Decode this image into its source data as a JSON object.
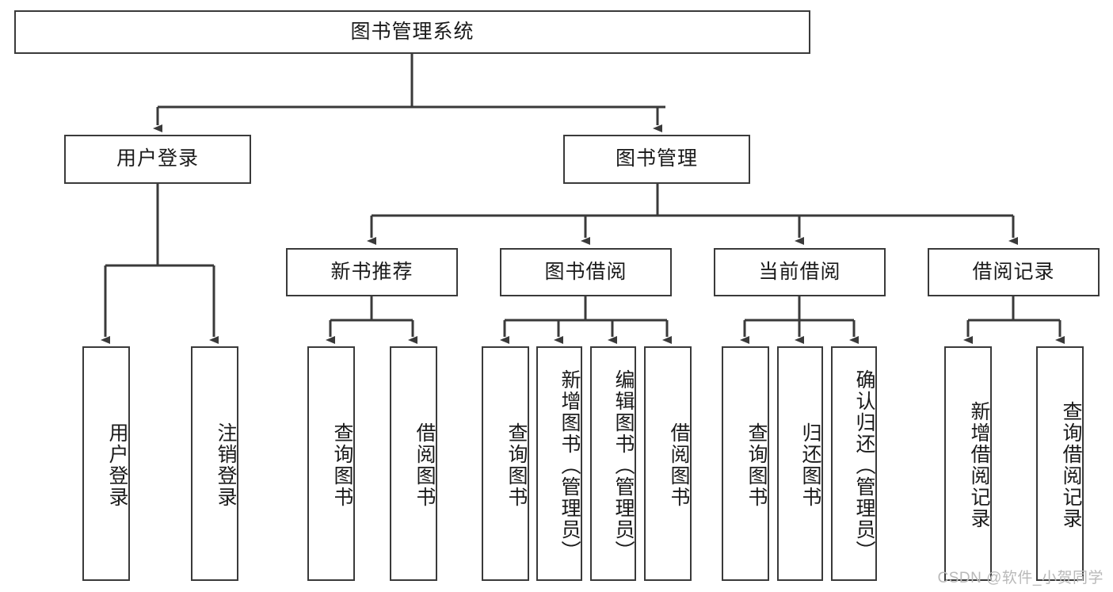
{
  "diagram": {
    "title": "图书管理系统",
    "type": "tree",
    "root": {
      "id": "root",
      "label": "图书管理系统"
    },
    "level2": [
      {
        "id": "user-login",
        "label": "用户登录"
      },
      {
        "id": "book-management",
        "label": "图书管理"
      }
    ],
    "level3": [
      {
        "id": "new-book-recommend",
        "label": "新书推荐",
        "parent": "book-management"
      },
      {
        "id": "book-borrow",
        "label": "图书借阅",
        "parent": "book-management"
      },
      {
        "id": "current-borrow",
        "label": "当前借阅",
        "parent": "book-management"
      },
      {
        "id": "borrow-record",
        "label": "借阅记录",
        "parent": "book-management"
      }
    ],
    "leaves": [
      {
        "id": "leaf-user-login",
        "label": "用户登录",
        "parent": "user-login"
      },
      {
        "id": "leaf-logout-login",
        "label": "注销登录",
        "parent": "user-login"
      },
      {
        "id": "leaf-query-book-1",
        "label": "查询图书",
        "parent": "new-book-recommend"
      },
      {
        "id": "leaf-borrow-book-1",
        "label": "借阅图书",
        "parent": "new-book-recommend"
      },
      {
        "id": "leaf-query-book-2",
        "label": "查询图书",
        "parent": "book-borrow"
      },
      {
        "id": "leaf-add-book",
        "label": "新增图书（管理员）",
        "parent": "book-borrow"
      },
      {
        "id": "leaf-edit-book",
        "label": "编辑图书（管理员）",
        "parent": "book-borrow"
      },
      {
        "id": "leaf-borrow-book-2",
        "label": "借阅图书",
        "parent": "book-borrow"
      },
      {
        "id": "leaf-query-book-3",
        "label": "查询图书",
        "parent": "current-borrow"
      },
      {
        "id": "leaf-return-book",
        "label": "归还图书",
        "parent": "current-borrow"
      },
      {
        "id": "leaf-confirm-return",
        "label": "确认归还（管理员）",
        "parent": "current-borrow"
      },
      {
        "id": "leaf-add-record",
        "label": "新增借阅记录",
        "parent": "borrow-record"
      },
      {
        "id": "leaf-query-record",
        "label": "查询借阅记录",
        "parent": "borrow-record"
      }
    ],
    "colors": {
      "stroke": "#3a3a3a",
      "fill": "#ffffff",
      "text": "#1a1a1a",
      "watermark": "#b9b9b9"
    }
  },
  "watermark": {
    "text": "CSDN @软件_小贺同学"
  }
}
